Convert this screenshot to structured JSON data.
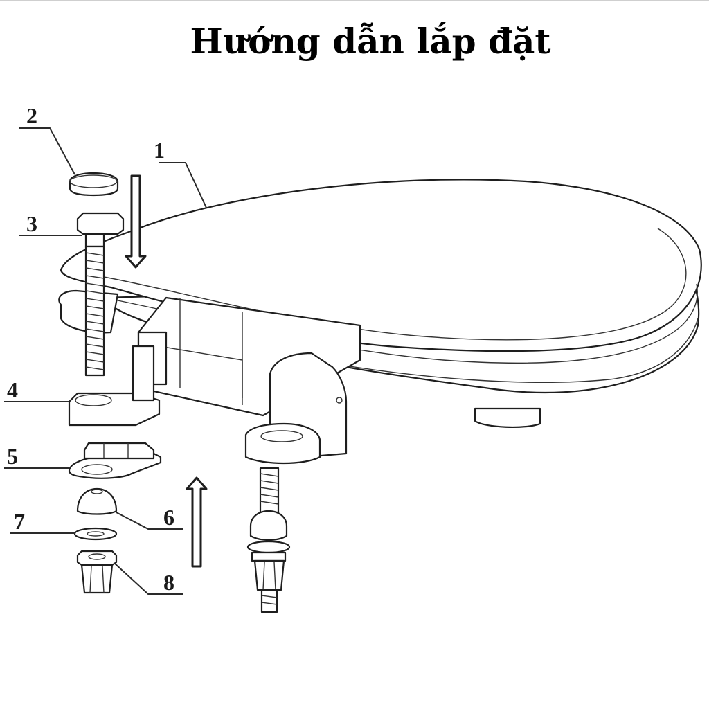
{
  "title": "Hướng dẫn lắp đặt",
  "callouts": [
    {
      "number": "1",
      "part": "seat-lid"
    },
    {
      "number": "2",
      "part": "bolt-cap"
    },
    {
      "number": "3",
      "part": "threaded-bolt"
    },
    {
      "number": "4",
      "part": "hinge-bracket"
    },
    {
      "number": "5",
      "part": "base-plate"
    },
    {
      "number": "6",
      "part": "rubber-cone"
    },
    {
      "number": "7",
      "part": "washer"
    },
    {
      "number": "8",
      "part": "expansion-nut"
    }
  ],
  "arrows": [
    {
      "direction": "down",
      "icon": "arrow-down-icon"
    },
    {
      "direction": "up",
      "icon": "arrow-up-icon"
    }
  ]
}
